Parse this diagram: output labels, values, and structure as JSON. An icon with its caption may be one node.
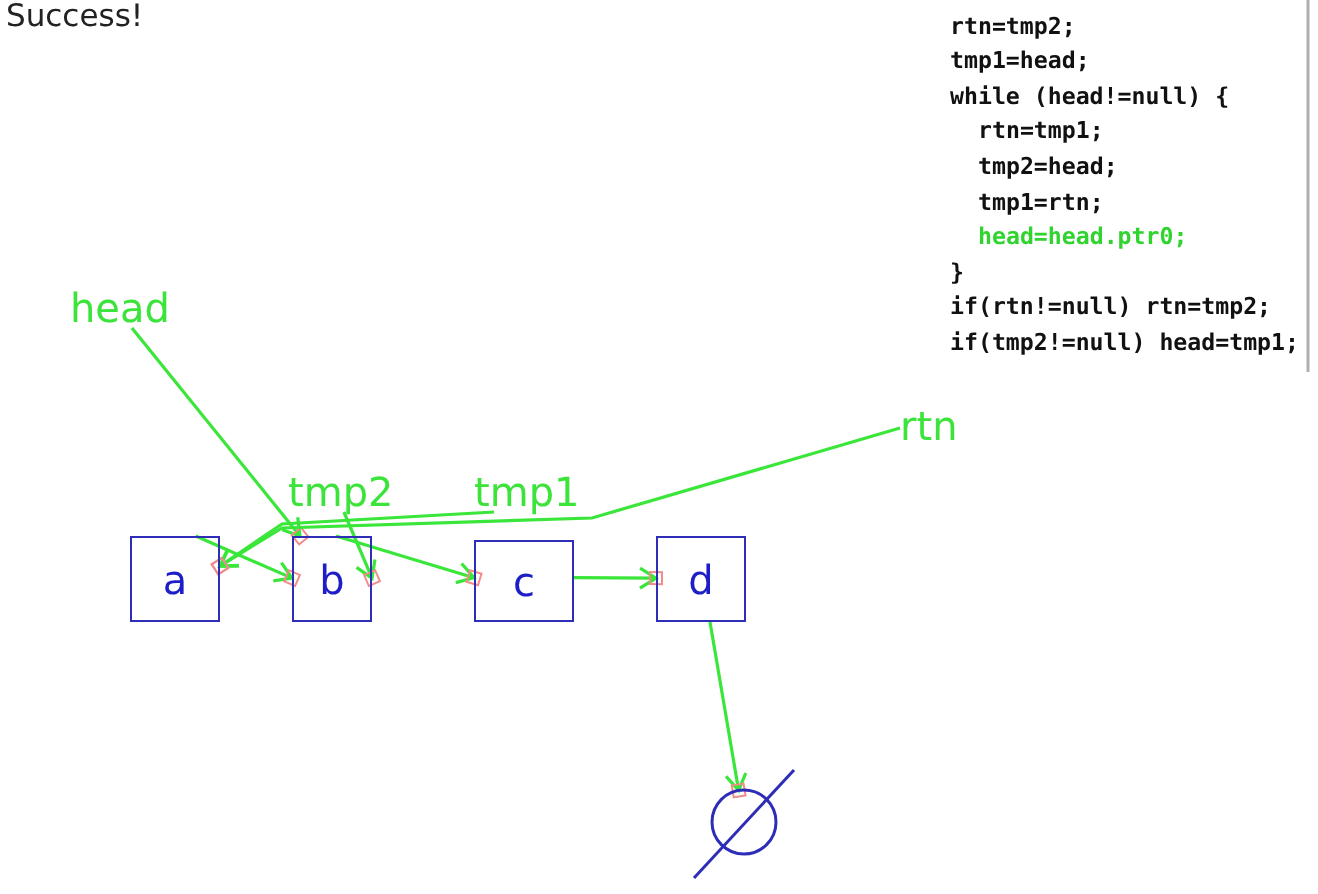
{
  "diagram": {
    "nodes": [
      {
        "text": [
          "head"
        ]
      },
      {
        "text": [
          "rtn"
        ]
      },
      {
        "text": [
          "tmp2"
        ]
      },
      {
        "text": [
          "tmp1"
        ]
      },
      {
        "text": [
          "a"
        ]
      },
      {
        "text": [
          "b"
        ]
      },
      {
        "text": [
          "c"
        ]
      },
      {
        "text": [
          "d"
        ]
      },
      {
        "text": [],
        "shape": "circle"
      }
    ],
    "edges": [
      {
        "from": 0,
        "to": 5,
        "arrow": "to"
      },
      {
        "from": 1,
        "to": 4,
        "arrow": "to"
      },
      {
        "from": 2,
        "to": 5,
        "arrow": "to"
      },
      {
        "from": 3,
        "to": 4,
        "arrow": "to"
      },
      {
        "from": 4,
        "to": 5,
        "arrow": "to"
      },
      {
        "from": 5,
        "to": 6,
        "arrow": "to"
      },
      {
        "from": 6,
        "to": 7,
        "arrow": "to"
      },
      {
        "from": 7,
        "to": 8,
        "arrow": "to"
      }
    ],
    "labels": [
      "Success!",
      "rtn=tmp2;",
      "tmp1=head;",
      "while (head!=null) {",
      "rtn=tmp1;",
      "tmp2=head;",
      "tmp1=rtn;",
      "head=head.ptr0;",
      "}",
      "if(rtn!=null) rtn=tmp2;",
      "if(tmp2!=null) head=tmp1;"
    ]
  }
}
